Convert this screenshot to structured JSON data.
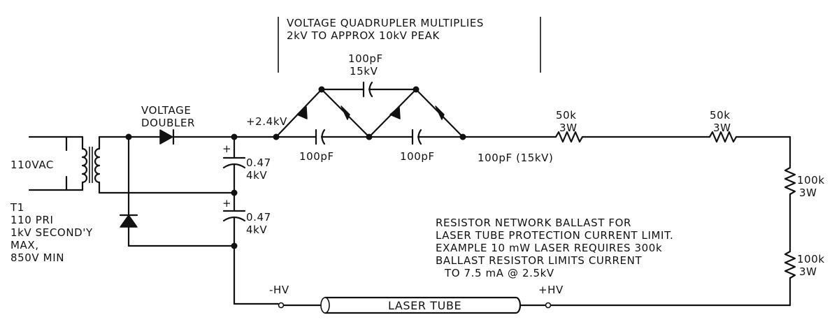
{
  "header_note": {
    "line1": "VOLTAGE QUADRUPLER MULTIPLIES",
    "line2": "2kV TO APPROX 10kV PEAK"
  },
  "labels": {
    "input": "110VAC",
    "transformer": [
      "T1",
      "110 PRI",
      "1kV SECOND'Y",
      "MAX,",
      "850V MIN"
    ],
    "doubler": [
      "VOLTAGE",
      "DOUBLER"
    ],
    "cap_doubler_1": [
      "0.47",
      "4kV"
    ],
    "cap_doubler_2": [
      "0.47",
      "4kV"
    ],
    "polarity_plus": "+",
    "node_voltage": "+2.4kV",
    "cap_top": [
      "100pF",
      "15kV"
    ],
    "cap_q1": "100pF",
    "cap_q2": "100pF",
    "cap_out": "100pF (15kV)",
    "res1": [
      "50k",
      "3W"
    ],
    "res2": [
      "50k",
      "3W"
    ],
    "res3": [
      "100k",
      "3W"
    ],
    "res4": [
      "100k",
      "3W"
    ],
    "minus_hv": "-HV",
    "plus_hv": "+HV",
    "laser_tube": "LASER TUBE"
  },
  "ballast_note": [
    "RESISTOR NETWORK BALLAST FOR",
    "LASER TUBE PROTECTION CURRENT LIMIT.",
    "EXAMPLE 10 mW LASER REQUIRES 300k",
    "BALLAST RESISTOR LIMITS CURRENT",
    "TO 7.5 mA @ 2.5kV"
  ]
}
